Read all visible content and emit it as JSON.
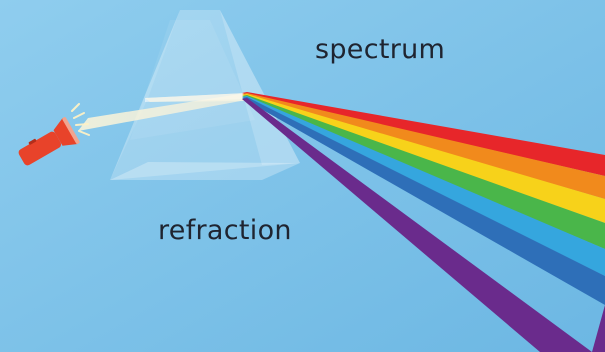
{
  "labels": {
    "spectrum": "spectrum",
    "refraction": "refraction"
  },
  "colors": {
    "background": "#7ec4ea",
    "prism": "#ffffff",
    "flashlight": "#e8432a",
    "light_beam": "#f4f1df",
    "spectrum_bands": [
      "#e7262a",
      "#f18a1c",
      "#f7d21a",
      "#4ab64a",
      "#35a6de",
      "#2e6fb8",
      "#6a2b8c"
    ]
  },
  "icons": {
    "light_source": "flashlight-icon",
    "prism": "triangular-prism"
  }
}
